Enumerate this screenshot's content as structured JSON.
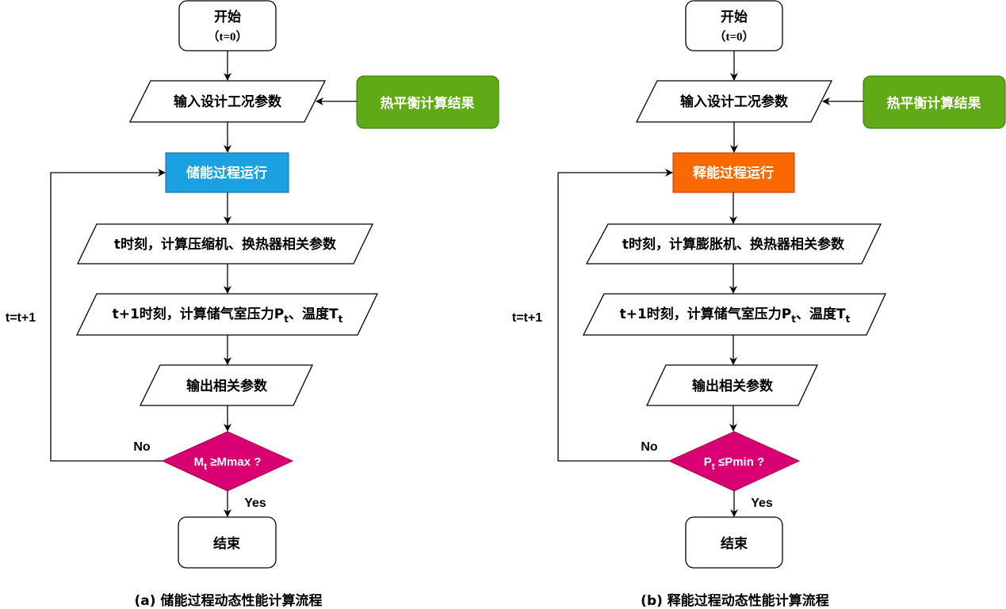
{
  "colors": {
    "green_box": "#60a917",
    "blue_box": "#1ba1e2",
    "orange_box": "#fa6800",
    "decision": "#d80073"
  },
  "panels": [
    {
      "start": {
        "line1": "开始",
        "line2": "（t=0）"
      },
      "input": "输入设计工况参数",
      "side_source": "热平衡计算结果",
      "process": "储能过程运行",
      "step1": "t时刻，计算压缩机、换热器相关参数",
      "step2": {
        "prefix": "t+1时刻，计算储气室压力P",
        "sub1": "t",
        "mid": "、温度T",
        "sub2": "t"
      },
      "output": "输出相关参数",
      "decision": {
        "var": "M",
        "sub": "t",
        "rest": " ≥Mmax ?"
      },
      "no_label": "No",
      "yes_label": "Yes",
      "loop_label": "t=t+1",
      "end": "结束",
      "caption": "(a) 储能过程动态性能计算流程"
    },
    {
      "start": {
        "line1": "开始",
        "line2": "（t=0）"
      },
      "input": "输入设计工况参数",
      "side_source": "热平衡计算结果",
      "process": "释能过程运行",
      "step1": "t时刻，计算膨胀机、换热器相关参数",
      "step2": {
        "prefix": "t+1时刻，计算储气室压力P",
        "sub1": "t",
        "mid": "、温度T",
        "sub2": "t"
      },
      "output": "输出相关参数",
      "decision": {
        "var": "P",
        "sub": "t",
        "rest": " ≤Pmin ?"
      },
      "no_label": "No",
      "yes_label": "Yes",
      "loop_label": "t=t+1",
      "end": "结束",
      "caption": "(b) 释能过程动态性能计算流程"
    }
  ]
}
